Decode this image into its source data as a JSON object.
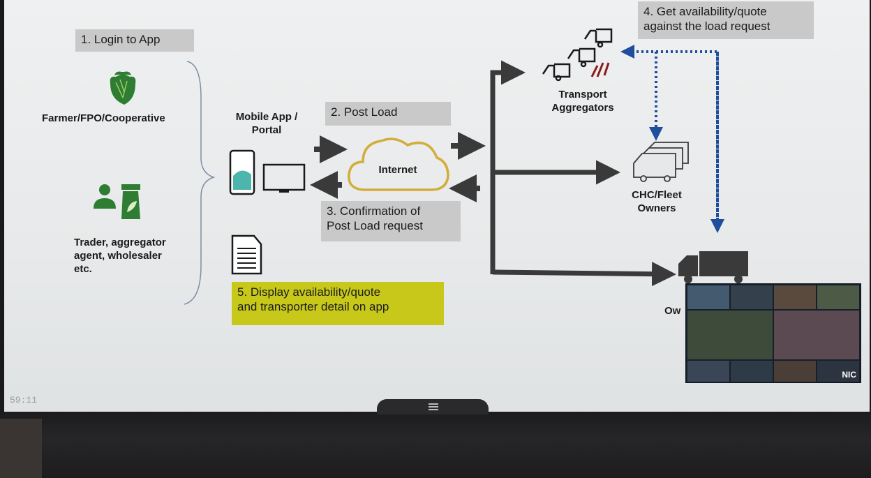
{
  "steps": {
    "step1": "1. Login to App",
    "step2": "2. Post Load",
    "step3_line1": "3. Confirmation of",
    "step3_line2": "Post Load request",
    "step4_line1": "4. Get availability/quote",
    "step4_line2": "against the load request",
    "step5_line1": "5. Display availability/quote",
    "step5_line2": "and transporter detail on app"
  },
  "actors": {
    "farmer": "Farmer/FPO/Cooperative",
    "trader_line1": "Trader, aggregator",
    "trader_line2": "agent, wholesaler",
    "trader_line3": "etc.",
    "mobile_line1": "Mobile App /",
    "mobile_line2": "Portal",
    "internet": "Internet",
    "transport_line1": "Transport",
    "transport_line2": "Aggregators",
    "chc_line1": "CHC/Fleet",
    "chc_line2": "Owners",
    "owners_partial": "Ow"
  },
  "overlay": {
    "timer": "59:11",
    "thumbnail_logo": "NIC"
  },
  "colors": {
    "flow_arrow": "#3a3a3a",
    "dotted_link": "#1f4e9c",
    "step_box": "#c9c9c9",
    "highlight_box": "#c8c81a",
    "cloud_outline": "#d3ad3a",
    "phone_outline": "#1e88a8"
  },
  "icons": [
    "farmer-icon",
    "trader-icon",
    "phone-icon",
    "monitor-icon",
    "document-icon",
    "cloud-icon",
    "transport-trucks-icon",
    "fleet-vans-icon",
    "truck-icon"
  ]
}
